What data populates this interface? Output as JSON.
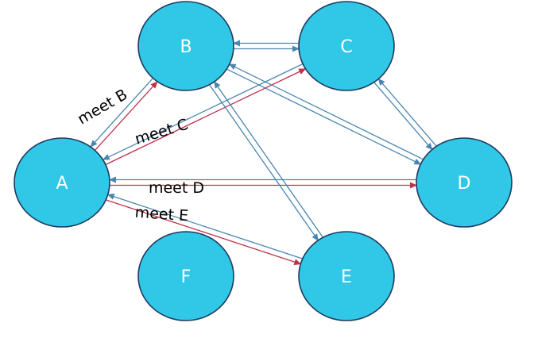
{
  "colors": {
    "node_fill": "#31c7e6",
    "node_stroke": "#1e3a5f",
    "label_text": "#ffffff",
    "edge_blue": "#4a86b0",
    "edge_red": "#c0314a",
    "edge_label_text": "#000000"
  },
  "nodes": [
    {
      "id": "A",
      "label": "A"
    },
    {
      "id": "B",
      "label": "B"
    },
    {
      "id": "C",
      "label": "C"
    },
    {
      "id": "D",
      "label": "D"
    },
    {
      "id": "E",
      "label": "E"
    },
    {
      "id": "F",
      "label": "F"
    }
  ],
  "edges": [
    {
      "from": "A",
      "to": "B",
      "color": "red",
      "label": "meet B"
    },
    {
      "from": "B",
      "to": "A",
      "color": "blue",
      "label": ""
    },
    {
      "from": "A",
      "to": "C",
      "color": "red",
      "label": "meet C"
    },
    {
      "from": "C",
      "to": "A",
      "color": "blue",
      "label": ""
    },
    {
      "from": "A",
      "to": "D",
      "color": "red",
      "label": "meet D"
    },
    {
      "from": "D",
      "to": "A",
      "color": "blue",
      "label": ""
    },
    {
      "from": "A",
      "to": "E",
      "color": "red",
      "label": "meet E"
    },
    {
      "from": "E",
      "to": "A",
      "color": "blue",
      "label": ""
    },
    {
      "from": "B",
      "to": "C",
      "color": "blue",
      "label": ""
    },
    {
      "from": "C",
      "to": "B",
      "color": "blue",
      "label": ""
    },
    {
      "from": "B",
      "to": "D",
      "color": "blue",
      "label": ""
    },
    {
      "from": "D",
      "to": "B",
      "color": "blue",
      "label": ""
    },
    {
      "from": "B",
      "to": "E",
      "color": "blue",
      "label": ""
    },
    {
      "from": "E",
      "to": "B",
      "color": "blue",
      "label": ""
    },
    {
      "from": "C",
      "to": "D",
      "color": "blue",
      "label": ""
    },
    {
      "from": "D",
      "to": "C",
      "color": "blue",
      "label": ""
    }
  ]
}
